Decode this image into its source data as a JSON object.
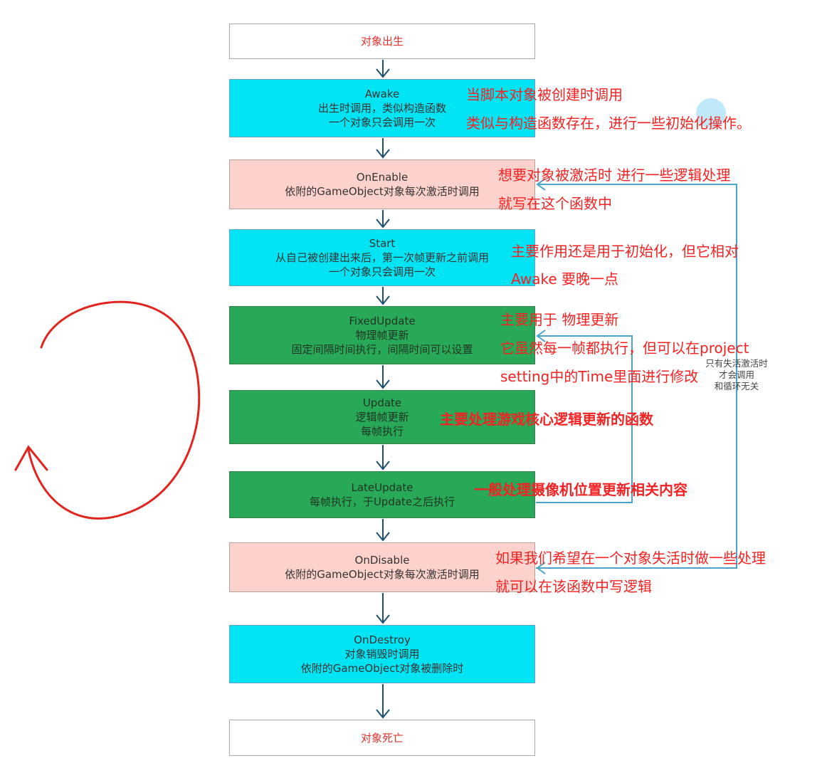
{
  "diagram": {
    "nodes": [
      {
        "id": "born",
        "lines": [
          "对象出生"
        ],
        "style": "term"
      },
      {
        "id": "awake",
        "lines": [
          "Awake",
          "出生时调用，类似构造函数",
          "一个对象只会调用一次"
        ],
        "style": "cyan"
      },
      {
        "id": "onenable",
        "lines": [
          "OnEnable",
          "依附的GameObject对象每次激活时调用"
        ],
        "style": "pink"
      },
      {
        "id": "start",
        "lines": [
          "Start",
          "从自己被创建出来后，第一次帧更新之前调用",
          "一个对象只会调用一次"
        ],
        "style": "cyan"
      },
      {
        "id": "fixedupdate",
        "lines": [
          "FixedUpdate",
          "物理帧更新",
          "固定间隔时间执行，间隔时间可以设置"
        ],
        "style": "green"
      },
      {
        "id": "update",
        "lines": [
          "Update",
          "逻辑帧更新",
          "每帧执行"
        ],
        "style": "green"
      },
      {
        "id": "lateupdate",
        "lines": [
          "LateUpdate",
          "每帧执行，于Update之后执行"
        ],
        "style": "green"
      },
      {
        "id": "ondisable",
        "lines": [
          "OnDisable",
          "依附的GameObject对象每次激活时调用"
        ],
        "style": "pink"
      },
      {
        "id": "ondestroy",
        "lines": [
          "OnDestroy",
          "对象销毁时调用",
          "依附的GameObject对象被删除时"
        ],
        "style": "cyan"
      },
      {
        "id": "dead",
        "lines": [
          "对象死亡"
        ],
        "style": "term"
      }
    ],
    "side_label": [
      "只有失活激活时",
      "才会调用",
      "和循环无关"
    ]
  },
  "annotations": {
    "awake": [
      "当脚本对象被创建时调用",
      "类似与构造函数存在，进行一些初始化操作。"
    ],
    "onenable": [
      "想要对象被激活时 进行一些逻辑处理",
      "就写在这个函数中"
    ],
    "start": [
      "主要作用还是用于初始化，但它相对",
      "Awake 要晚一点"
    ],
    "fixedupdate": [
      "主要用于 物理更新",
      "它虽然每一帧都执行，但可以在project",
      "setting中的Time里面进行修改"
    ],
    "update": "主要处理游戏核心逻辑更新的函数",
    "lateupdate": "一般处理摄像机位置更新相关内容",
    "ondisable": [
      "如果我们希望在一个对象失活时做一些处理",
      "就可以在该函数中写逻辑"
    ]
  },
  "colors": {
    "terminal_text": "#e0322d",
    "cyan": "#00e4f4",
    "pink": "#fdd2cc",
    "green": "#28a957",
    "arrow": "#1d4f6e",
    "loop_line": "#4aa3c8",
    "annotation": "#f42222"
  }
}
